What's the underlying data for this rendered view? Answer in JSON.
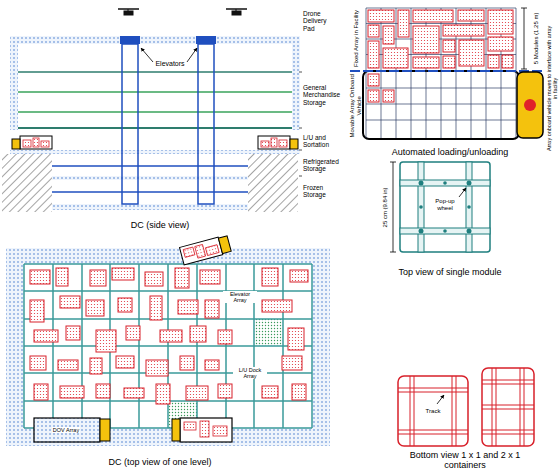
{
  "diagram": {
    "labels": [
      "Drone Delivery Pad",
      "Elevators",
      "General Merchandise Storage",
      "L/U and Sortation",
      "Refrigerated Storage",
      "Frozen Storage",
      "DC (side view)",
      "Fixed Array in Facility",
      "5 Modules (1.25 m)",
      "Movable Array Onboard Vehicle",
      "Array onboard vehicle moves to interface with array in facility",
      "Automated loading/unloading",
      "Pop-up wheel",
      "25 cm (9.84 in)",
      "Top view of single module",
      "Elevator Array",
      "L/U Dock Array",
      "DOV Array",
      "DC (top view of one level)",
      "Track",
      "Bottom view 1 x 1 and 2 x 1 containers"
    ]
  }
}
